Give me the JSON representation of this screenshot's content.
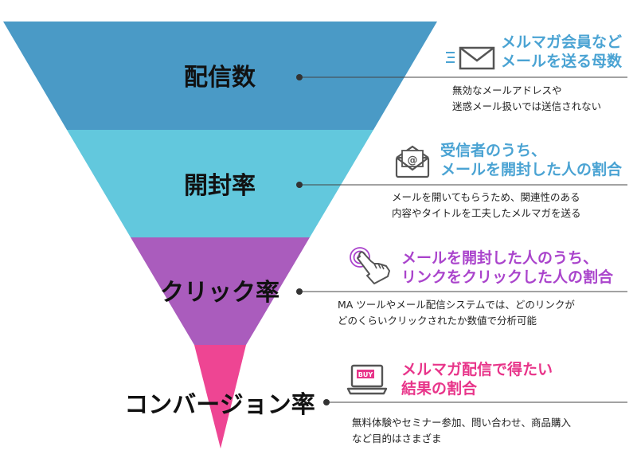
{
  "colors": {
    "stage1": "#4a9ac6",
    "stage2": "#62c8dd",
    "stage3": "#aa5cbd",
    "stage4": "#ee4593",
    "heading_blue": "#4aa3d3",
    "heading_purple": "#aa44cc",
    "heading_pink": "#e8358a",
    "icon_gray": "#555555"
  },
  "stages": [
    {
      "label": "配信数",
      "heading": [
        "メルマガ会員など",
        "メールを送る母数"
      ],
      "description": [
        "無効なメールアドレスや",
        "迷惑メール扱いでは送信されない"
      ],
      "icon": "mail-envelope-icon"
    },
    {
      "label": "開封率",
      "heading": [
        "受信者のうち、",
        "メールを開封した人の割合"
      ],
      "description": [
        "メールを開いてもらうため、関連性のある",
        "内容やタイトルを工夫したメルマガを送る"
      ],
      "icon": "open-mail-at-icon"
    },
    {
      "label": "クリック率",
      "heading": [
        "メールを開封した人のうち、",
        "リンクをクリックした人の割合"
      ],
      "description": [
        "MA ツールやメール配信システムでは、どのリンクが",
        "どのくらいクリックされたか数値で分析可能"
      ],
      "icon": "pointer-hand-click-icon"
    },
    {
      "label": "コンバージョン率",
      "heading": [
        "メルマガ配信で得たい",
        "結果の割合"
      ],
      "description": [
        "無料体験やセミナー参加、問い合わせ、商品購入",
        "など目的はさまざま"
      ],
      "icon": "laptop-buy-icon",
      "icon_text": "BUY"
    }
  ]
}
